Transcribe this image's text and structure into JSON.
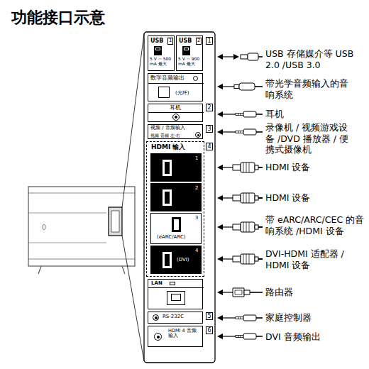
{
  "diagram": {
    "title": "功能接口示意",
    "nodes": [
      {
        "text": [
          "USB",
          "1",
          "5 V ⎓ 500 mA 最大"
        ]
      },
      {
        "text": [
          "USB",
          "2",
          "5 V ⎓ 900 mA 最大"
        ]
      },
      {
        "text": [
          "数字音频输出",
          "(光纤)"
        ]
      },
      {
        "text": [
          "耳机"
        ]
      },
      {
        "text": [
          "视频 / 音频输入",
          "视频 音频 左-右"
        ]
      },
      {
        "text": [
          "HDMI 输入"
        ]
      },
      {
        "text": [
          "1"
        ],
        "in": 5
      },
      {
        "text": [
          "2"
        ],
        "in": 5
      },
      {
        "text": [
          "3",
          "(eARC/ARC)"
        ],
        "in": 5
      },
      {
        "text": [
          "4",
          "(DVI)"
        ],
        "in": 5
      },
      {
        "text": [
          "LAN"
        ]
      },
      {
        "text": [
          "RS-232C"
        ]
      },
      {
        "text": [
          "HDMI 4 音频输入"
        ]
      }
    ],
    "labels": [
      "1",
      "USB 存储媒介等 USB 2.0 /USB 3.0",
      "带光学音频输入的音响系统",
      "2",
      "耳机",
      "3",
      "录像机 / 视频游戏设备 /DVD 播放器 / 便携式摄像机",
      "4",
      "HDMI 设备",
      "HDMI 设备",
      "带 eARC/ARC/CEC 的音响系统 /HDMI 设备",
      "DVI-HDMI 适配器 / HDMI 设备",
      "路由器",
      "5",
      "家庭控制器",
      "6",
      "DVI 音频输出"
    ]
  }
}
